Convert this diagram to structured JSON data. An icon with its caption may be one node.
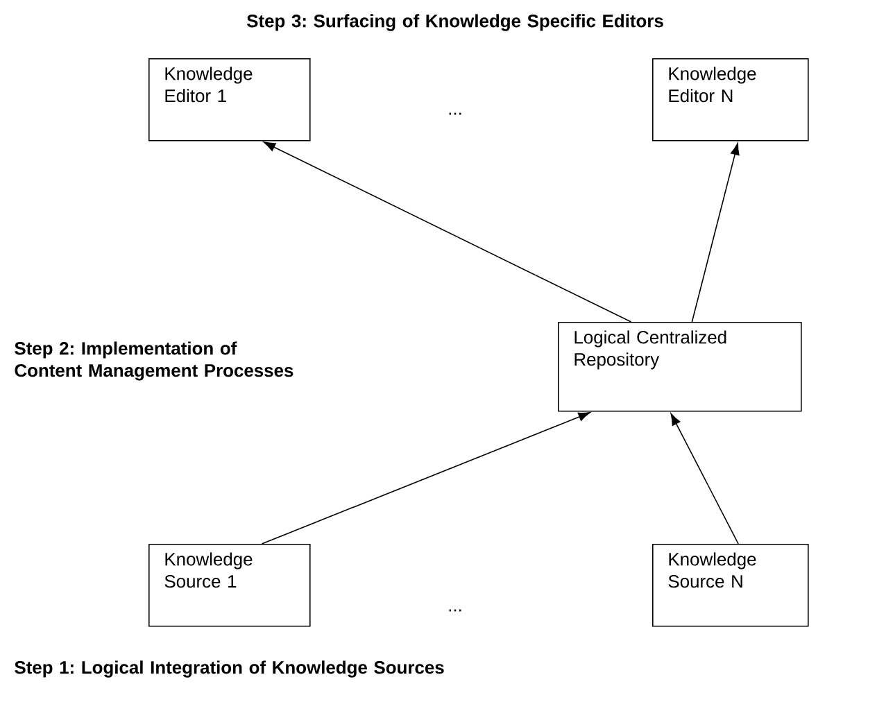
{
  "diagram": {
    "nodes": [
      {
        "text": [
          "Knowledge Editor 1"
        ]
      },
      {
        "text": [
          "Knowledge Editor N"
        ]
      },
      {
        "text": [
          "Logical Centralized Repository"
        ]
      },
      {
        "text": [
          "Knowledge Source 1"
        ]
      },
      {
        "text": [
          "Knowledge Source N"
        ]
      }
    ],
    "edges": [
      {
        "from": 2,
        "to": 0,
        "arrow": "to"
      },
      {
        "from": 2,
        "to": 1,
        "arrow": "to"
      },
      {
        "from": 3,
        "to": 2,
        "arrow": "to"
      },
      {
        "from": 4,
        "to": 2,
        "arrow": "to"
      }
    ],
    "labels": [
      "Step 3: Surfacing of Knowledge Specific Editors",
      "...",
      "Step 2: Implementation of Content Management Processes",
      "...",
      "Step 1: Logical Integration of Knowledge Sources"
    ]
  }
}
